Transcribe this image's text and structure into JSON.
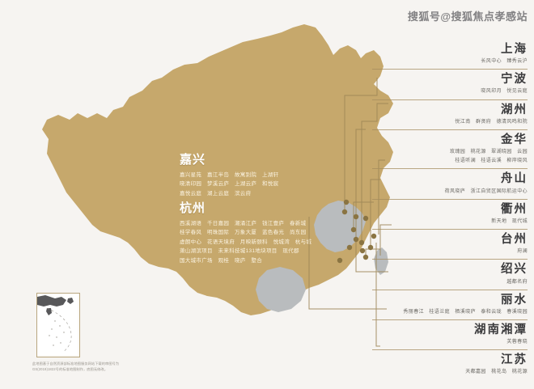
{
  "watermark": "搜狐号@搜狐焦点孝感站",
  "map": {
    "land_color": "#c6a86c",
    "highlight_color": "#b9bcbe",
    "background": "#f6f4f1",
    "divider_color": "#a48c5e",
    "dot_color": "#8a7442",
    "blocks": [
      {
        "id": "jiaxing",
        "city": "嘉兴",
        "lines": [
          "嘉兴星苑　嘉江半岛　故寓别院　上湖轩",
          "晓清印园　梦溪云庐　上湖云庐　和悦宸",
          "嘉悦云庭　湖上云庭　滨云府"
        ]
      },
      {
        "id": "hangzhou",
        "city": "杭州",
        "lines": [
          "西溪湖语　千日嘉园　潮涌江庐　钱江壹庐　春新城",
          "桂学春风　明珠国际　万象大厦　蓝色春光　尚东园",
          "虚朗中心　花语天境府　月映新颐科　悦城湾　杭与城",
          "萧山湖滨项目　未来科技城131地块项目　现代郡",
          "国大城市广场　观桂　晓庐　墅合"
        ]
      }
    ],
    "inset_note": "此地图基于自然资源部标准地图服务网站下载的审图号为GS(2019)1822号的标准地图制作，底图无修改。"
  },
  "city_list": [
    {
      "name": "上海",
      "projects": [
        "长风中心　臻秀云沪"
      ]
    },
    {
      "name": "宁波",
      "projects": [
        "晓风印月　悦见云庭"
      ]
    },
    {
      "name": "湖州",
      "projects": [
        "悦江南　群贤府　德清风鸣和院"
      ]
    },
    {
      "name": "金华",
      "projects": [
        "玫瑰园　桃花源　翠湖晓园　云园",
        "桂语听澜　桂语云溪　柳岸晓风"
      ]
    },
    {
      "name": "舟山",
      "projects": [
        "荷风晓庐　浙江自贸区国际航运中心"
      ]
    },
    {
      "name": "衢州",
      "projects": [
        "新天地　现代城"
      ]
    },
    {
      "name": "台州",
      "projects": [
        "府澜"
      ]
    },
    {
      "name": "绍兴",
      "projects": [
        "越都名府"
      ]
    },
    {
      "name": "丽水",
      "projects": [
        "秀丽春江　桂语兰庭　栖溪晓庐　泰和云珑　春溪晓园"
      ]
    },
    {
      "name": "湖南湘潭",
      "projects": [
        "芙蓉春晓"
      ]
    },
    {
      "name": "江苏",
      "projects": [
        "天都嘉园　桃花岛　桃花源"
      ]
    }
  ]
}
